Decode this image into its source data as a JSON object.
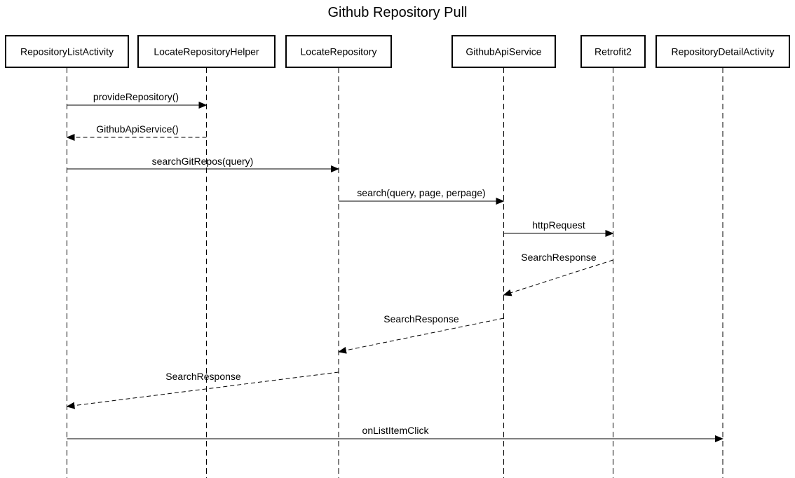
{
  "title": "Github Repository Pull",
  "participants": [
    {
      "id": "p0",
      "name": "RepositoryListActivity"
    },
    {
      "id": "p1",
      "name": "LocateRepositoryHelper"
    },
    {
      "id": "p2",
      "name": "LocateRepository"
    },
    {
      "id": "p3",
      "name": "GithubApiService"
    },
    {
      "id": "p4",
      "name": "Retrofit2"
    },
    {
      "id": "p5",
      "name": "RepositoryDetailActivity"
    }
  ],
  "messages": [
    {
      "from": "p0",
      "to": "p1",
      "label": "provideRepository()",
      "style": "sync"
    },
    {
      "from": "p1",
      "to": "p0",
      "label": "GithubApiService()",
      "style": "return"
    },
    {
      "from": "p0",
      "to": "p2",
      "label": "searchGitRepos(query)",
      "style": "sync"
    },
    {
      "from": "p2",
      "to": "p3",
      "label": "search(query, page, perpage)",
      "style": "sync"
    },
    {
      "from": "p3",
      "to": "p4",
      "label": "httpRequest",
      "style": "sync"
    },
    {
      "from": "p4",
      "to": "p3",
      "label": "SearchResponse",
      "style": "return"
    },
    {
      "from": "p3",
      "to": "p2",
      "label": "SearchResponse",
      "style": "return"
    },
    {
      "from": "p2",
      "to": "p0",
      "label": "SearchResponse",
      "style": "return"
    },
    {
      "from": "p0",
      "to": "p5",
      "label": "onListItemClick",
      "style": "sync"
    }
  ]
}
